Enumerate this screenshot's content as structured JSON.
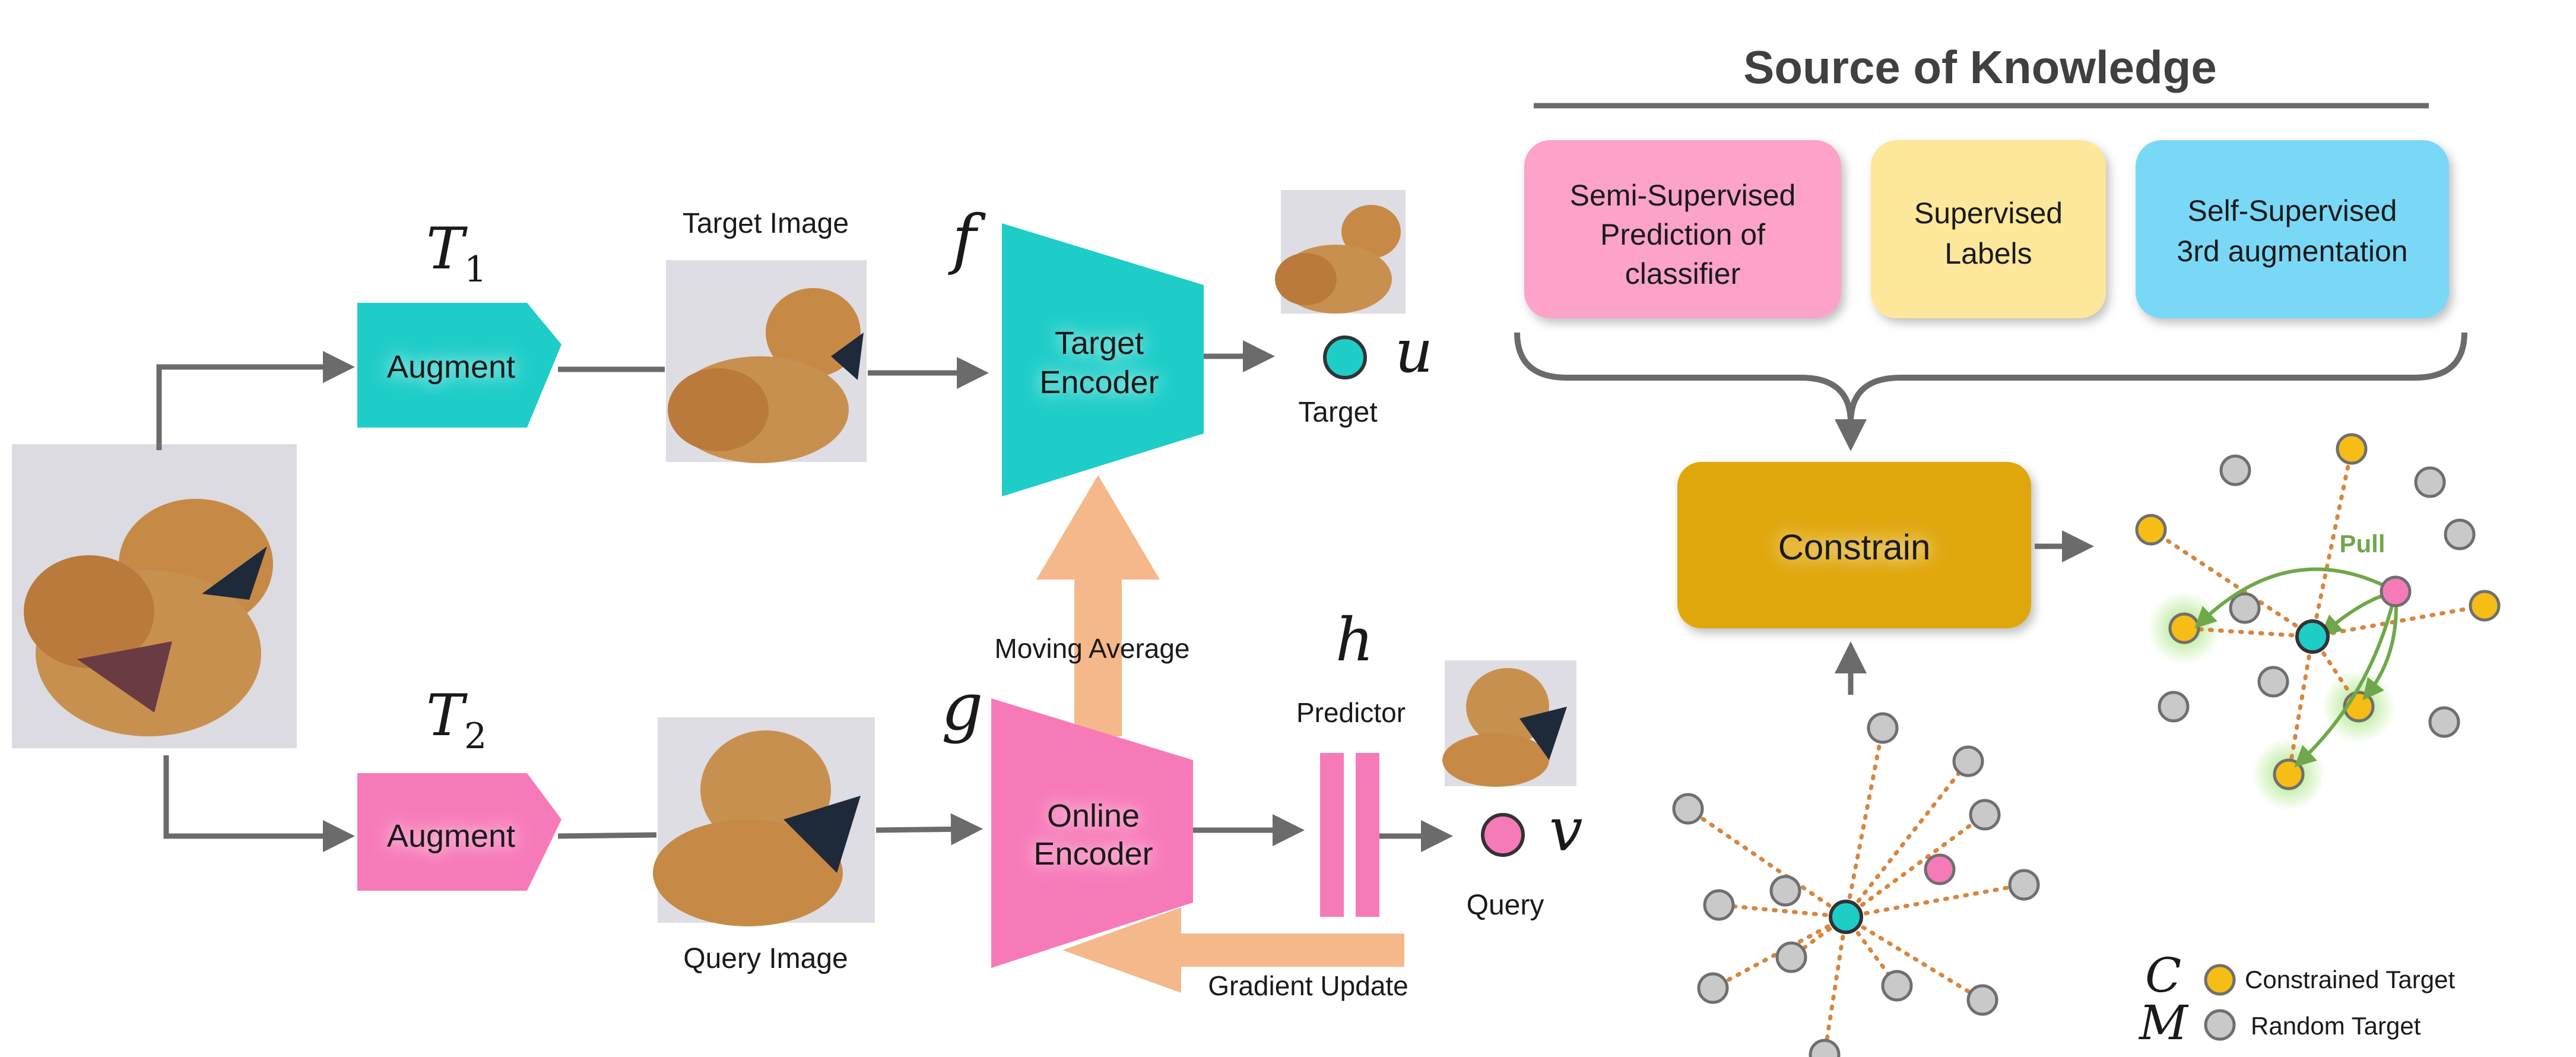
{
  "header": {
    "title": "Source of Knowledge"
  },
  "knowledge_sources": [
    {
      "lines": [
        "Semi-Supervised",
        "Prediction of",
        "classifier"
      ],
      "color": "#fda2c9"
    },
    {
      "lines": [
        "Supervised",
        "Labels"
      ],
      "color": "#fde79a"
    },
    {
      "lines": [
        "Self-Supervised",
        "3rd augmentation"
      ],
      "color": "#7ad8f7"
    }
  ],
  "pipeline": {
    "t1_label": "T",
    "t1_sub": "1",
    "t2_label": "T",
    "t2_sub": "2",
    "augment_top": "Augment",
    "augment_bottom": "Augment",
    "target_image_caption": "Target Image",
    "query_image_caption": "Query Image",
    "f_label": "f",
    "g_label": "g",
    "h_label": "h",
    "target_encoder": [
      "Target",
      "Encoder"
    ],
    "online_encoder": [
      "Online",
      "Encoder"
    ],
    "moving_average": "Moving Average",
    "predictor": "Predictor",
    "gradient_update": "Gradient Update",
    "u_label": "u",
    "v_label": "v",
    "target_caption": "Target",
    "query_caption": "Query"
  },
  "constrain": {
    "label": "Constrain",
    "color": "#e0a70e"
  },
  "result": {
    "pull_label": "Pull"
  },
  "legend": {
    "c_symbol": "C",
    "c_text": "Constrained Target",
    "m_symbol": "M",
    "m_text": "Random Target"
  },
  "colors": {
    "teal": "#1ecdc8",
    "pink": "#f77ab8",
    "orange_arrow": "#f5b88a",
    "gray_line": "#6b6b6b",
    "dotted": "#d8863f",
    "green": "#6fa84a",
    "gold": "#f6bd16"
  }
}
